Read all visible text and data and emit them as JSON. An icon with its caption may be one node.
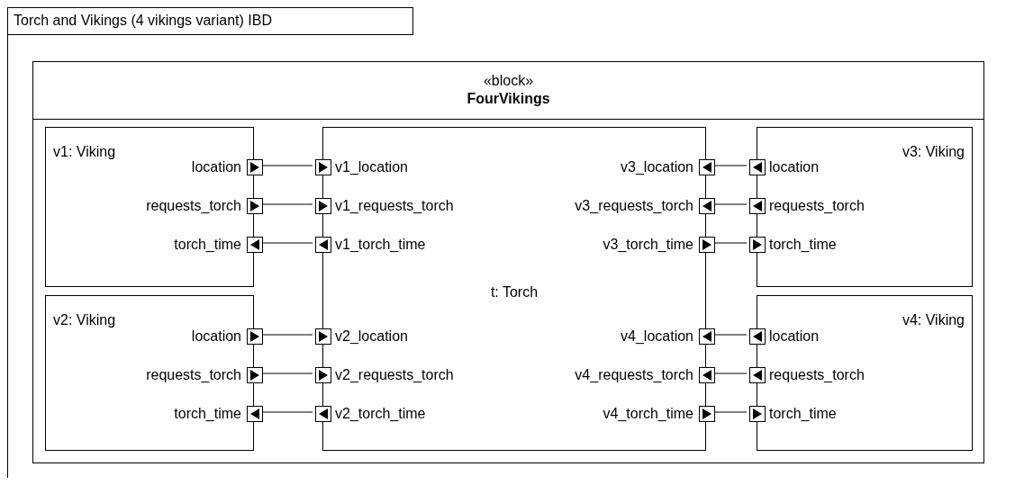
{
  "diagram": {
    "nodes": [
      {
        "text": [
          "Torch and Vikings (4 vikings variant) IBD"
        ]
      },
      {
        "text": [
          "«block»",
          "FourVikings"
        ],
        "in": 0
      },
      {
        "text": [
          "v1: Viking"
        ],
        "in": 1
      },
      {
        "text": [],
        "shape": "box",
        "beside": [
          "location"
        ],
        "in": 2
      },
      {
        "text": [],
        "shape": "box",
        "beside": [
          "requests_torch"
        ],
        "in": 2
      },
      {
        "text": [],
        "shape": "box",
        "beside": [
          "torch_time"
        ],
        "in": 2
      },
      {
        "text": [
          "v2: Viking"
        ],
        "in": 1
      },
      {
        "text": [],
        "shape": "box",
        "beside": [
          "location"
        ],
        "in": 6
      },
      {
        "text": [],
        "shape": "box",
        "beside": [
          "requests_torch"
        ],
        "in": 6
      },
      {
        "text": [],
        "shape": "box",
        "beside": [
          "torch_time"
        ],
        "in": 6
      },
      {
        "text": [
          "t: Torch"
        ],
        "in": 1
      },
      {
        "text": [],
        "shape": "box",
        "beside": [
          "v1_location"
        ],
        "in": 10
      },
      {
        "text": [],
        "shape": "box",
        "beside": [
          "v1_requests_torch"
        ],
        "in": 10
      },
      {
        "text": [],
        "shape": "box",
        "beside": [
          "v1_torch_time"
        ],
        "in": 10
      },
      {
        "text": [],
        "shape": "box",
        "beside": [
          "v3_location"
        ],
        "in": 10
      },
      {
        "text": [],
        "shape": "box",
        "beside": [
          "v3_requests_torch"
        ],
        "in": 10
      },
      {
        "text": [],
        "shape": "box",
        "beside": [
          "v3_torch_time"
        ],
        "in": 10
      },
      {
        "text": [],
        "shape": "box",
        "beside": [
          "v2_location"
        ],
        "in": 10
      },
      {
        "text": [],
        "shape": "box",
        "beside": [
          "v2_requests_torch"
        ],
        "in": 10
      },
      {
        "text": [],
        "shape": "box",
        "beside": [
          "v2_torch_time"
        ],
        "in": 10
      },
      {
        "text": [],
        "shape": "box",
        "beside": [
          "v4_location"
        ],
        "in": 10
      },
      {
        "text": [],
        "shape": "box",
        "beside": [
          "v4_requests_torch"
        ],
        "in": 10
      },
      {
        "text": [],
        "shape": "box",
        "beside": [
          "v4_torch_time"
        ],
        "in": 10
      },
      {
        "text": [
          "v3: Viking"
        ],
        "in": 1
      },
      {
        "text": [],
        "shape": "box",
        "beside": [
          "location"
        ],
        "in": 23
      },
      {
        "text": [],
        "shape": "box",
        "beside": [
          "requests_torch"
        ],
        "in": 23
      },
      {
        "text": [],
        "shape": "box",
        "beside": [
          "torch_time"
        ],
        "in": 23
      },
      {
        "text": [
          "v4: Viking"
        ],
        "in": 1
      },
      {
        "text": [],
        "shape": "box",
        "beside": [
          "location"
        ],
        "in": 27
      },
      {
        "text": [],
        "shape": "box",
        "beside": [
          "requests_torch"
        ],
        "in": 27
      },
      {
        "text": [],
        "shape": "box",
        "beside": [
          "torch_time"
        ],
        "in": 27
      }
    ],
    "edges": [
      {
        "from": 3,
        "to": 11,
        "arrow": "none"
      },
      {
        "from": 4,
        "to": 12,
        "arrow": "none"
      },
      {
        "from": 5,
        "to": 13,
        "arrow": "none"
      },
      {
        "from": 7,
        "to": 17,
        "arrow": "none"
      },
      {
        "from": 8,
        "to": 18,
        "arrow": "none"
      },
      {
        "from": 9,
        "to": 19,
        "arrow": "none"
      },
      {
        "from": 14,
        "to": 24,
        "arrow": "none"
      },
      {
        "from": 15,
        "to": 25,
        "arrow": "none"
      },
      {
        "from": 16,
        "to": 26,
        "arrow": "none"
      },
      {
        "from": 20,
        "to": 28,
        "arrow": "none"
      },
      {
        "from": 21,
        "to": 29,
        "arrow": "none"
      },
      {
        "from": 22,
        "to": 30,
        "arrow": "none"
      }
    ]
  }
}
